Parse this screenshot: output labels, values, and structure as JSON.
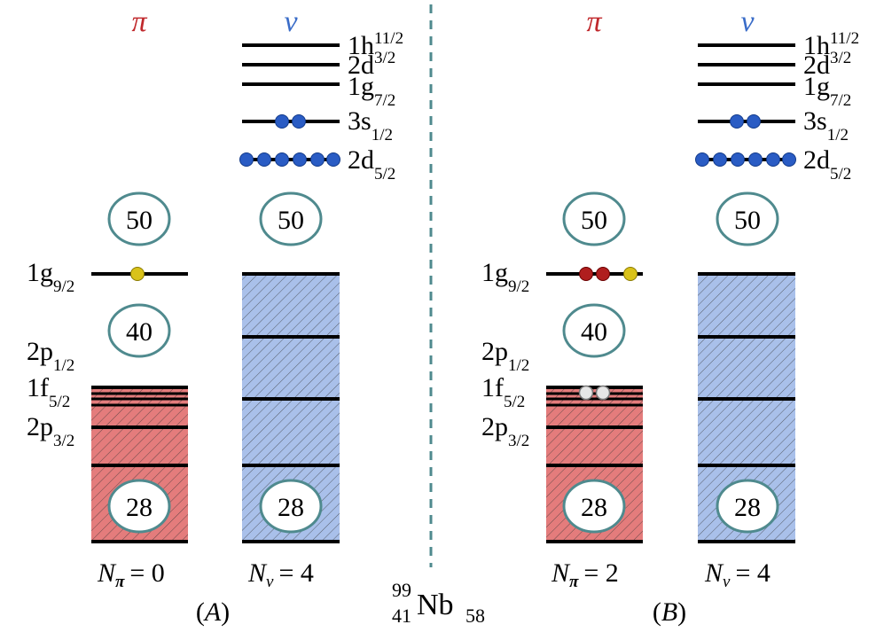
{
  "colors": {
    "proton": "#c0282c",
    "neutron": "#3a6cc8",
    "proton_fill": "#e47c7c",
    "neutron_fill": "#a9c0ea",
    "magic_ring": "#4f8a8e",
    "divider": "#4f8a8e",
    "neutron_particle": "#2a5cc4",
    "proton_particle": "#b01e1e",
    "odd_particle": "#d9c21a",
    "hole": "#e6e6e6"
  },
  "symbols": {
    "proton": "π",
    "neutron": "ν"
  },
  "magic": {
    "m50": "50",
    "m40": "40",
    "m28": "28"
  },
  "neutron_levels": [
    {
      "main": "1h",
      "sub": "11/2"
    },
    {
      "main": "2d",
      "sub": "3/2"
    },
    {
      "main": "1g",
      "sub": "7/2"
    },
    {
      "main": "3s",
      "sub": "1/2"
    },
    {
      "main": "2d",
      "sub": "5/2"
    }
  ],
  "proton_levels": [
    {
      "main": "1g",
      "sub": "9/2"
    },
    {
      "main": "2p",
      "sub": "1/2"
    },
    {
      "main": "1f",
      "sub": "5/2"
    },
    {
      "main": "2p",
      "sub": "3/2"
    }
  ],
  "panel_A": {
    "letter": "A",
    "n_pi_label": "N",
    "n_pi_sub": "π",
    "n_pi_value": "= 0",
    "n_nu_label": "N",
    "n_nu_sub": "ν",
    "n_nu_value": "= 4"
  },
  "panel_B": {
    "letter": "B",
    "n_pi_label": "N",
    "n_pi_sub": "π",
    "n_pi_value": "= 2",
    "n_nu_label": "N",
    "n_nu_sub": "ν",
    "n_nu_value": "= 4"
  },
  "nucleus": {
    "mass": "99",
    "atomic": "41",
    "symbol": "Nb",
    "neutrons": "58"
  }
}
